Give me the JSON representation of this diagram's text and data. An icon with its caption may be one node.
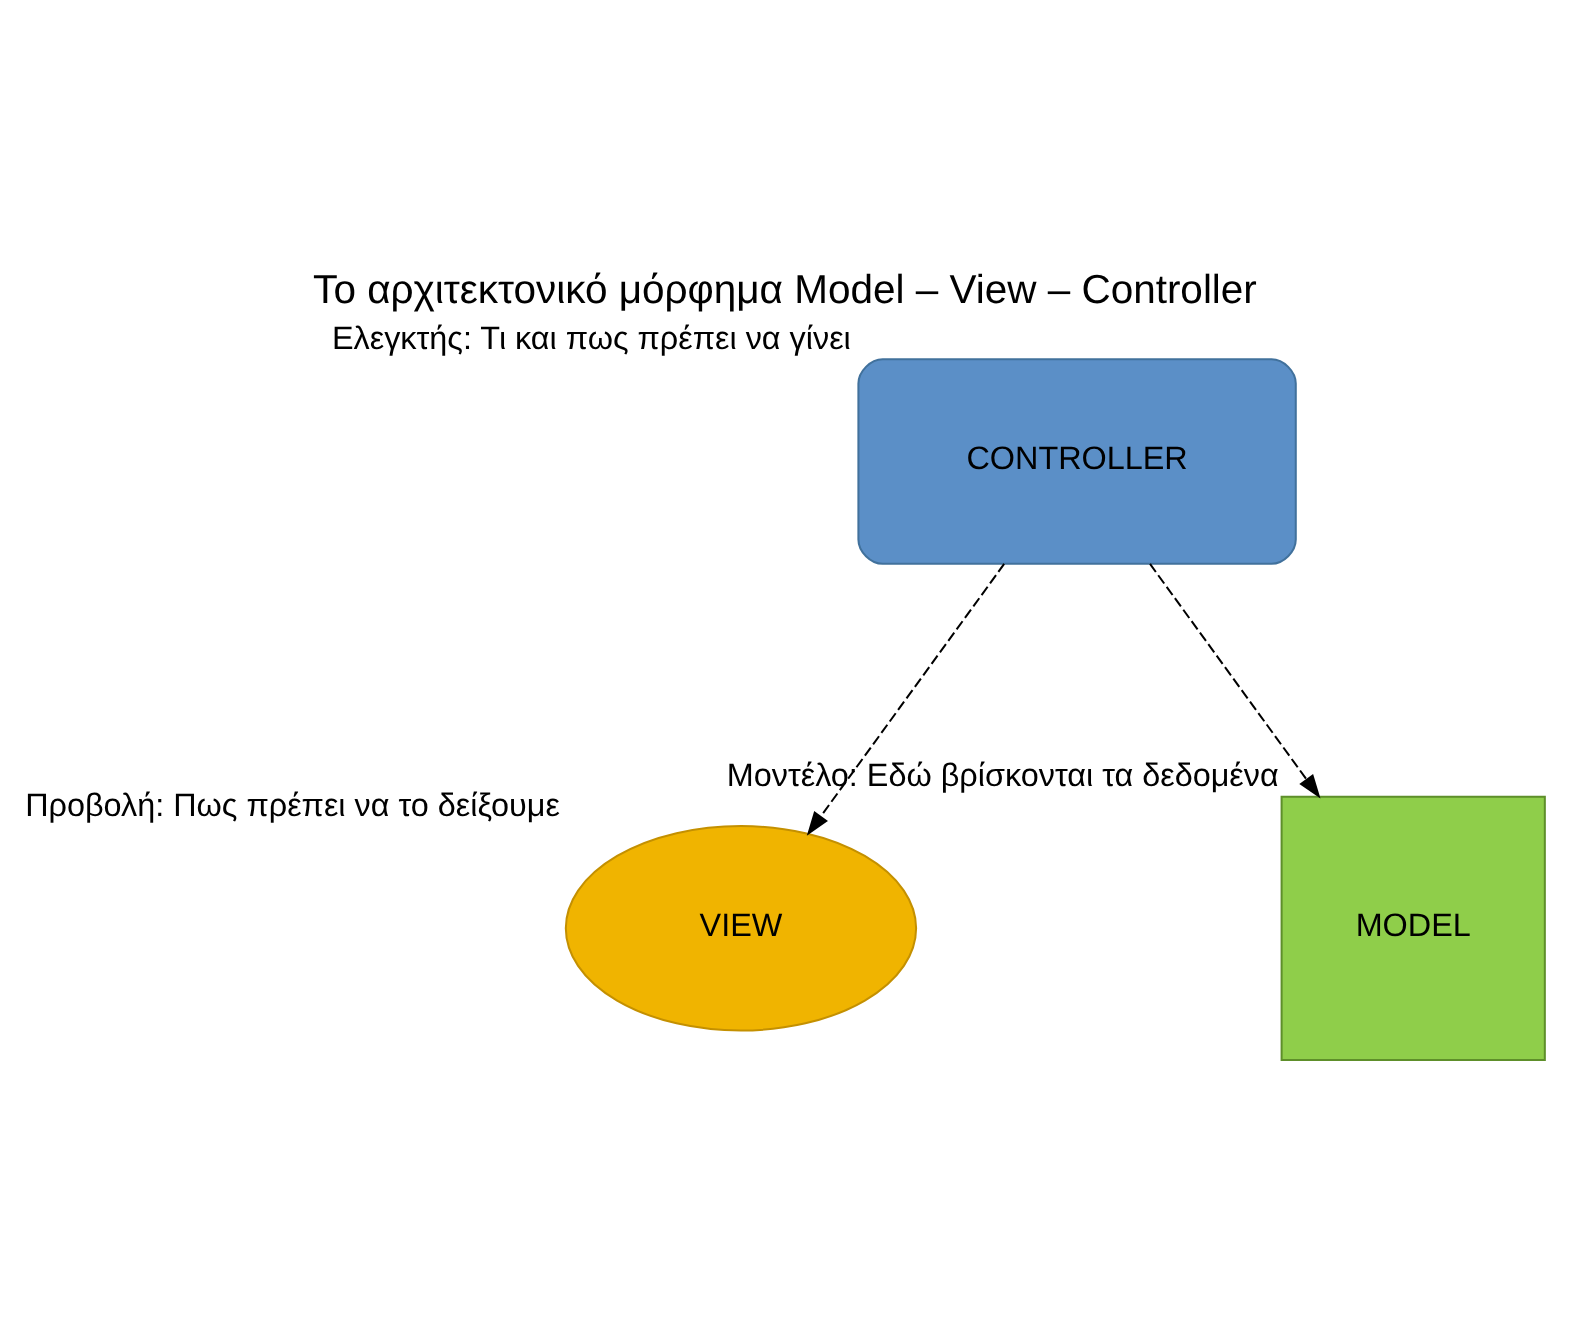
{
  "diagram": {
    "title": "Το αρχιτεκτονικό μόρφημα Model – View – Controller",
    "nodes": [
      {
        "text": [
          "CONTROLLER"
        ],
        "beside": [
          "Ελεγκτής: Τι και πως πρέπει να γίνει"
        ]
      },
      {
        "text": [
          "VIEW"
        ],
        "beside": [
          "Προβολή: Πως πρέπει να το δείξουμε"
        ]
      },
      {
        "text": [
          "MODEL"
        ],
        "beside": [
          "Μοντέλο: Εδώ βρίσκονται τα δεδομένα"
        ]
      }
    ],
    "edges": [
      {
        "from": 0,
        "to": 1,
        "arrow": "to",
        "style": "dashed"
      },
      {
        "from": 0,
        "to": 2,
        "arrow": "to",
        "style": "dashed"
      }
    ]
  }
}
